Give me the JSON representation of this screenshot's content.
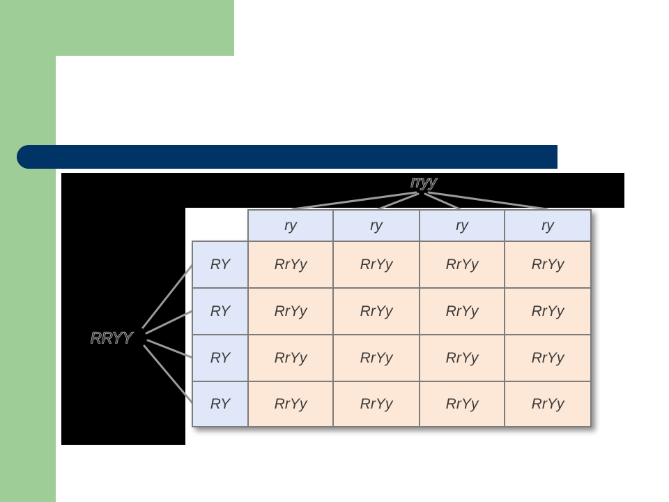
{
  "colors": {
    "slide_green": "#9fcd98",
    "bar_blue": "#003366",
    "header_cell": "#dfe7f8",
    "offspring_cell": "#fde7d6",
    "grid_line": "#7b7b7b"
  },
  "punnett": {
    "parent_top": "rryy",
    "parent_left": "RRYY",
    "top_gametes": [
      "ry",
      "ry",
      "ry",
      "ry"
    ],
    "left_gametes": [
      "RY",
      "RY",
      "RY",
      "RY"
    ],
    "offspring": [
      [
        "RrYy",
        "RrYy",
        "RrYy",
        "RrYy"
      ],
      [
        "RrYy",
        "RrYy",
        "RrYy",
        "RrYy"
      ],
      [
        "RrYy",
        "RrYy",
        "RrYy",
        "RrYy"
      ],
      [
        "RrYy",
        "RrYy",
        "RrYy",
        "RrYy"
      ]
    ]
  }
}
